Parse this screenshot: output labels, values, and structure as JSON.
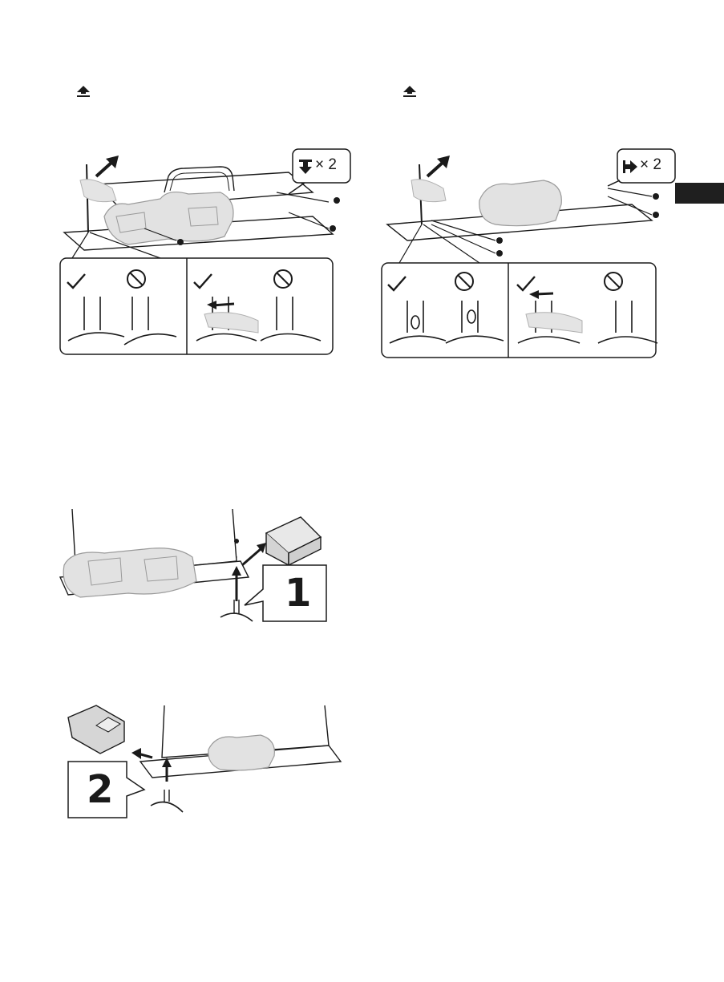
{
  "header": {
    "left_icon": "up-arrow-icon",
    "right_icon": "up-arrow-icon"
  },
  "figure_a": {
    "badge_icon": "screw-down-icon",
    "badge_text": "× 2"
  },
  "figure_b": {
    "badge_icon": "screw-right-icon",
    "badge_text": "× 2"
  },
  "figure_c": {
    "step_number": "1"
  },
  "figure_d": {
    "step_number": "2"
  },
  "icons": {
    "correct": "check-icon",
    "incorrect": "prohibited-icon"
  },
  "colors": {
    "ink": "#1a1a1a",
    "tab": "#1f1f1f"
  }
}
